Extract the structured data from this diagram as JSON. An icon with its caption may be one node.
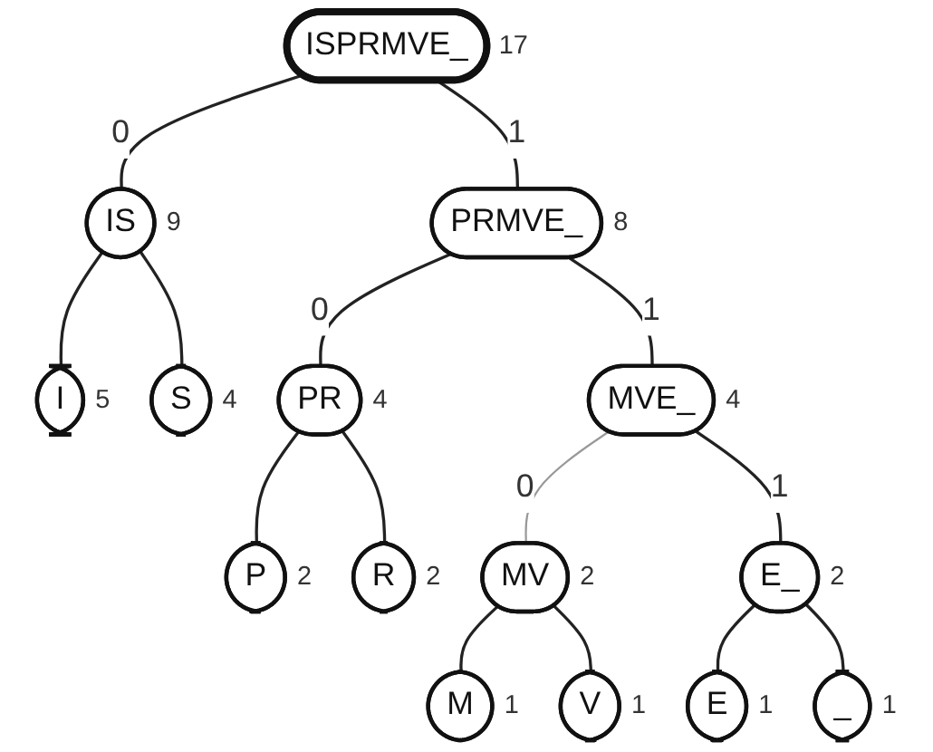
{
  "diagram": {
    "nodes": [
      {
        "text": [
          "ISPRMVE_"
        ],
        "beside": [
          "17"
        ]
      },
      {
        "text": [
          "PRMVE_"
        ],
        "beside": [
          "8"
        ]
      },
      {
        "text": [
          "MVE_"
        ],
        "beside": [
          "4"
        ]
      },
      {
        "text": [
          "IS"
        ],
        "beside": [
          "9"
        ]
      },
      {
        "text": [
          "PR"
        ],
        "beside": [
          "4"
        ]
      },
      {
        "text": [
          "MV"
        ],
        "beside": [
          "2"
        ]
      },
      {
        "text": [
          "E_"
        ],
        "beside": [
          "2"
        ]
      },
      {
        "text": [
          "I"
        ],
        "beside": [
          "5"
        ]
      },
      {
        "text": [
          "S"
        ],
        "beside": [
          "4"
        ]
      },
      {
        "text": [
          "P"
        ],
        "beside": [
          "2"
        ]
      },
      {
        "text": [
          "R"
        ],
        "beside": [
          "2"
        ]
      },
      {
        "text": [
          "M"
        ],
        "beside": [
          "1"
        ]
      },
      {
        "text": [
          "V"
        ],
        "beside": [
          "1"
        ]
      },
      {
        "text": [
          "E"
        ],
        "beside": [
          "1"
        ]
      },
      {
        "text": [
          "_"
        ],
        "beside": [
          "1"
        ]
      }
    ],
    "edges": [
      {
        "from": 0,
        "to": 3,
        "arrow": "none",
        "label": "0"
      },
      {
        "from": 0,
        "to": 1,
        "arrow": "none",
        "label": "1"
      },
      {
        "from": 1,
        "to": 4,
        "arrow": "none",
        "label": "0"
      },
      {
        "from": 1,
        "to": 2,
        "arrow": "none",
        "label": "1"
      },
      {
        "from": 2,
        "to": 5,
        "arrow": "none",
        "label": "0",
        "color": "#999999"
      },
      {
        "from": 2,
        "to": 6,
        "arrow": "none",
        "label": "1"
      },
      {
        "from": 3,
        "to": 7,
        "arrow": "none"
      },
      {
        "from": 3,
        "to": 8,
        "arrow": "none"
      },
      {
        "from": 4,
        "to": 9,
        "arrow": "none"
      },
      {
        "from": 4,
        "to": 10,
        "arrow": "none"
      },
      {
        "from": 5,
        "to": 11,
        "arrow": "none"
      },
      {
        "from": 5,
        "to": 12,
        "arrow": "none"
      },
      {
        "from": 6,
        "to": 13,
        "arrow": "none"
      },
      {
        "from": 6,
        "to": 14,
        "arrow": "none"
      }
    ]
  }
}
